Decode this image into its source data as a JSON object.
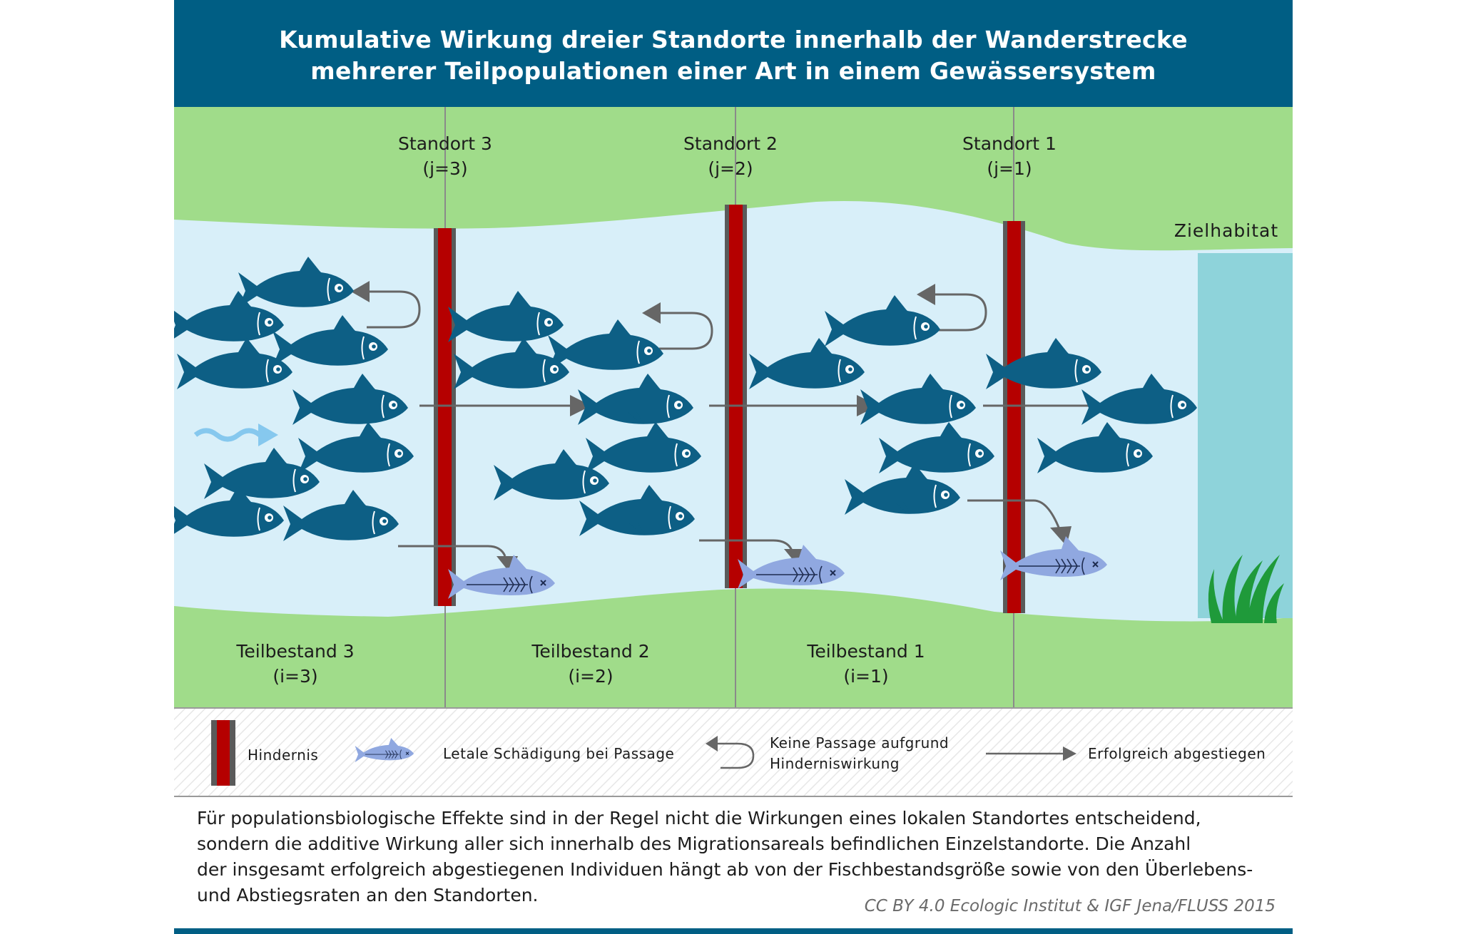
{
  "title": {
    "line1": "Kumulative Wirkung dreier Standorte innerhalb der Wanderstrecke",
    "line2": "mehrerer Teilpopulationen einer Art in einem Gewässersystem"
  },
  "sites": [
    {
      "name": "Standort 3",
      "index": "(j=3)"
    },
    {
      "name": "Standort 2",
      "index": "(j=2)"
    },
    {
      "name": "Standort 1",
      "index": "(j=1)"
    }
  ],
  "stocks": [
    {
      "name": "Teilbestand 3",
      "index": "(i=3)"
    },
    {
      "name": "Teilbestand 2",
      "index": "(i=2)"
    },
    {
      "name": "Teilbestand 1",
      "index": "(i=1)"
    }
  ],
  "target_label": "Zielhabitat",
  "legend": {
    "obstacle": "Hindernis",
    "lethal": "Letale Schädigung bei Passage",
    "no_passage_1": "Keine Passage aufgrund",
    "no_passage_2": "Hinderniswirkung",
    "success": "Erfolgreich abgestiegen"
  },
  "description": [
    "Für populationsbiologische Effekte sind in der Regel nicht die Wirkungen eines lokalen Standortes entscheidend,",
    "sondern die additive Wirkung aller sich innerhalb des Migrationsareals befindlichen Einzelstandorte. Die Anzahl",
    "der insgesamt erfolgreich abgestiegenen Individuen hängt ab von der Fischbestandsgröße sowie von den Überlebens-",
    "und Abstiegsraten an den Standorten."
  ],
  "credit": "CC BY 4.0  Ecologic Institut & IGF Jena/FLUSS 2015",
  "colors": {
    "header": "#005e84",
    "bank": "#a0dc8a",
    "water": "#d8eff9",
    "target_habitat": "#8ed3da",
    "fish": "#0d5f85",
    "dead_fish": "#90a8e0",
    "obstacle_red": "#b50000",
    "obstacle_gray": "#5a5a5a",
    "arrow": "#666666",
    "plant": "#1f9a3a"
  }
}
